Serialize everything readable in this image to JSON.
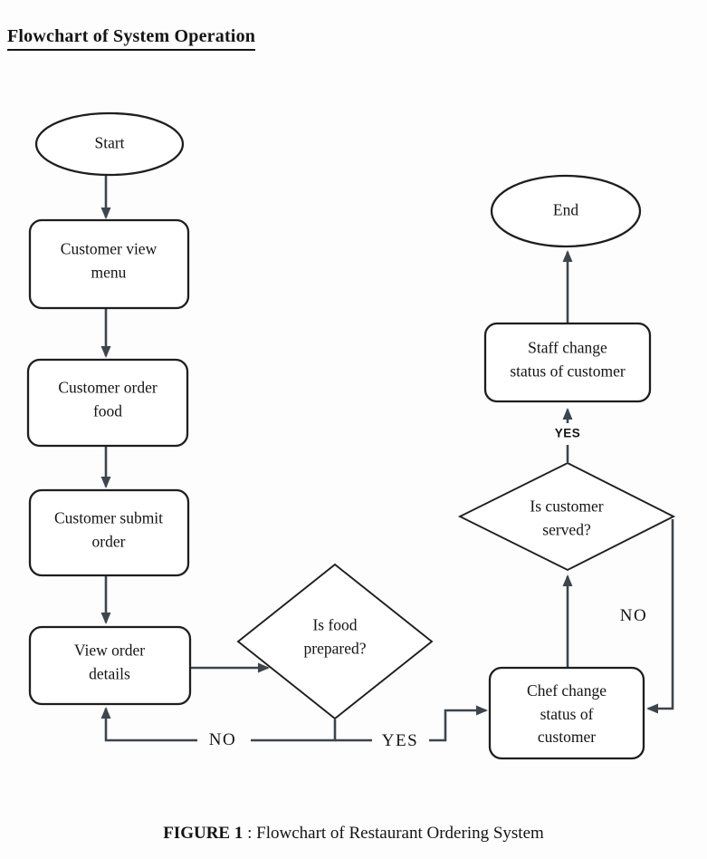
{
  "page": {
    "title": "Flowchart of System Operation",
    "caption": {
      "figure_label": "FIGURE 1",
      "figure_text": " : Flowchart of Restaurant Ordering System"
    }
  },
  "flowchart": {
    "nodes": {
      "start": {
        "type": "terminator",
        "label": "Start",
        "lines": [
          "Start"
        ]
      },
      "view_menu": {
        "type": "process",
        "label": "Customer view menu",
        "lines": [
          "Customer view",
          "menu"
        ]
      },
      "order_food": {
        "type": "process",
        "label": "Customer order food",
        "lines": [
          "Customer order",
          "food"
        ]
      },
      "submit_order": {
        "type": "process",
        "label": "Customer submit order",
        "lines": [
          "Customer submit",
          "order"
        ]
      },
      "order_details": {
        "type": "process",
        "label": "View order details",
        "lines": [
          "View order",
          "details"
        ]
      },
      "food_prepared": {
        "type": "decision",
        "label": "Is food prepared?",
        "lines": [
          "Is food",
          "prepared?"
        ]
      },
      "chef_change": {
        "type": "process",
        "label": "Chef change status of customer",
        "lines": [
          "Chef change",
          "status of",
          "customer"
        ]
      },
      "customer_served": {
        "type": "decision",
        "label": "Is customer served?",
        "lines": [
          "Is customer",
          "served?"
        ]
      },
      "staff_change": {
        "type": "process",
        "label": "Staff change status of customer",
        "lines": [
          "Staff change",
          "status of customer"
        ]
      },
      "end": {
        "type": "terminator",
        "label": "End",
        "lines": [
          "End"
        ]
      }
    },
    "edge_labels": {
      "food_prepared_no": "NO",
      "food_prepared_yes": "YES",
      "customer_served_yes": "YES",
      "customer_served_no": "NO"
    },
    "colors": {
      "connector": "#3e454c",
      "shape_border": "#1e1e1e",
      "shape_fill": "#ffffff",
      "text": "#141414",
      "background": "#fdfdfd"
    }
  }
}
